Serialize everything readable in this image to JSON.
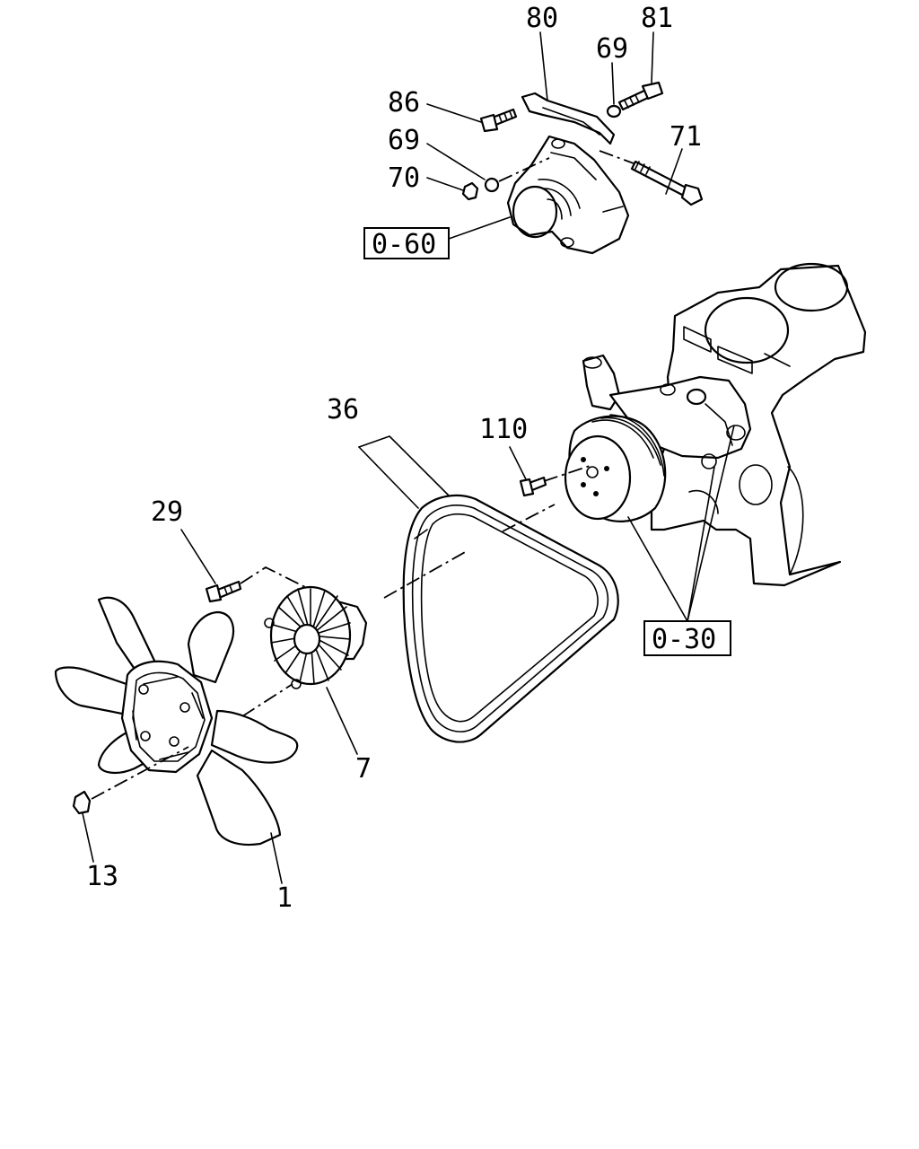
{
  "callouts": {
    "c80": "80",
    "c81": "81",
    "c69a": "69",
    "c86": "86",
    "c69b": "69",
    "c71": "71",
    "c70": "70",
    "c36": "36",
    "c110": "110",
    "c29": "29",
    "c7": "7",
    "c13": "13",
    "c1": "1"
  },
  "references": {
    "r060": "0-60",
    "r030": "0-30"
  }
}
